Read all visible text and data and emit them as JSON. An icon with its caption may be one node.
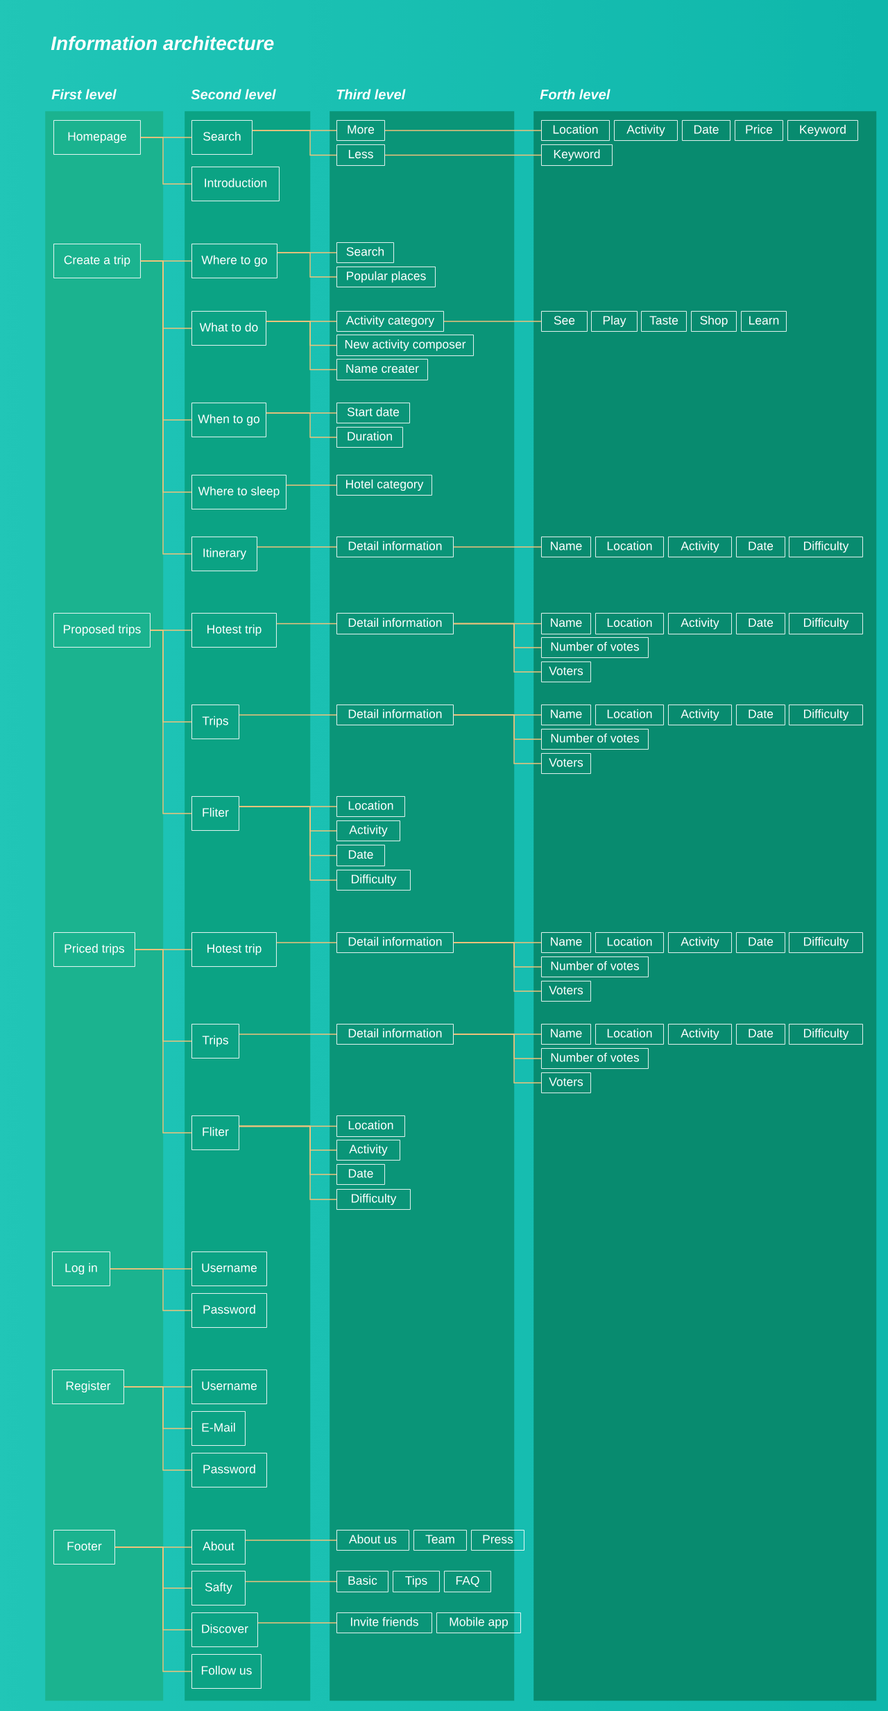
{
  "diagram": {
    "title": "Information architecture",
    "nodes": [
      {
        "text": [
          "First level"
        ]
      },
      {
        "text": [
          "Second level"
        ]
      },
      {
        "text": [
          "Third level"
        ]
      },
      {
        "text": [
          "Forth level"
        ]
      },
      {
        "text": [
          "Homepage"
        ],
        "in": 0
      },
      {
        "text": [
          "Search"
        ],
        "in": 1
      },
      {
        "text": [
          "More"
        ],
        "in": 2
      },
      {
        "text": [
          "Location"
        ],
        "in": 3
      },
      {
        "text": [
          "Activity"
        ],
        "in": 3
      },
      {
        "text": [
          "Date"
        ],
        "in": 3
      },
      {
        "text": [
          "Price"
        ],
        "in": 3
      },
      {
        "text": [
          "Keyword"
        ],
        "in": 3
      },
      {
        "text": [
          "Less"
        ],
        "in": 2
      },
      {
        "text": [
          "Keyword"
        ],
        "in": 3
      },
      {
        "text": [
          "Introduction"
        ],
        "in": 1
      },
      {
        "text": [
          "Create a trip"
        ],
        "in": 0
      },
      {
        "text": [
          "Where to go"
        ],
        "in": 1
      },
      {
        "text": [
          "Search"
        ],
        "in": 2
      },
      {
        "text": [
          "Popular places"
        ],
        "in": 2
      },
      {
        "text": [
          "What to do"
        ],
        "in": 1
      },
      {
        "text": [
          "Activity category"
        ],
        "in": 2
      },
      {
        "text": [
          "See"
        ],
        "in": 3
      },
      {
        "text": [
          "Play"
        ],
        "in": 3
      },
      {
        "text": [
          "Taste"
        ],
        "in": 3
      },
      {
        "text": [
          "Shop"
        ],
        "in": 3
      },
      {
        "text": [
          "Learn"
        ],
        "in": 3
      },
      {
        "text": [
          "New activity composer"
        ],
        "in": 2
      },
      {
        "text": [
          "Name creater"
        ],
        "in": 2
      },
      {
        "text": [
          "When to go"
        ],
        "in": 1
      },
      {
        "text": [
          "Start date"
        ],
        "in": 2
      },
      {
        "text": [
          "Duration"
        ],
        "in": 2
      },
      {
        "text": [
          "Where to sleep"
        ],
        "in": 1
      },
      {
        "text": [
          "Hotel category"
        ],
        "in": 2
      },
      {
        "text": [
          "Itinerary"
        ],
        "in": 1
      },
      {
        "text": [
          "Detail information"
        ],
        "in": 2
      },
      {
        "text": [
          "Name"
        ],
        "in": 3
      },
      {
        "text": [
          "Location"
        ],
        "in": 3
      },
      {
        "text": [
          "Activity"
        ],
        "in": 3
      },
      {
        "text": [
          "Date"
        ],
        "in": 3
      },
      {
        "text": [
          "Difficulty"
        ],
        "in": 3
      },
      {
        "text": [
          "Proposed trips"
        ],
        "in": 0
      },
      {
        "text": [
          "Hotest trip"
        ],
        "in": 1
      },
      {
        "text": [
          "Detail information"
        ],
        "in": 2
      },
      {
        "text": [
          "Name"
        ],
        "in": 3
      },
      {
        "text": [
          "Location"
        ],
        "in": 3
      },
      {
        "text": [
          "Activity"
        ],
        "in": 3
      },
      {
        "text": [
          "Date"
        ],
        "in": 3
      },
      {
        "text": [
          "Difficulty"
        ],
        "in": 3
      },
      {
        "text": [
          "Number of votes"
        ],
        "in": 3
      },
      {
        "text": [
          "Voters"
        ],
        "in": 3
      },
      {
        "text": [
          "Trips"
        ],
        "in": 1
      },
      {
        "text": [
          "Detail information"
        ],
        "in": 2
      },
      {
        "text": [
          "Name"
        ],
        "in": 3
      },
      {
        "text": [
          "Location"
        ],
        "in": 3
      },
      {
        "text": [
          "Activity"
        ],
        "in": 3
      },
      {
        "text": [
          "Date"
        ],
        "in": 3
      },
      {
        "text": [
          "Difficulty"
        ],
        "in": 3
      },
      {
        "text": [
          "Number of votes"
        ],
        "in": 3
      },
      {
        "text": [
          "Voters"
        ],
        "in": 3
      },
      {
        "text": [
          "Fliter"
        ],
        "in": 1
      },
      {
        "text": [
          "Location"
        ],
        "in": 2
      },
      {
        "text": [
          "Activity"
        ],
        "in": 2
      },
      {
        "text": [
          "Date"
        ],
        "in": 2
      },
      {
        "text": [
          "Difficulty"
        ],
        "in": 2
      },
      {
        "text": [
          "Priced trips"
        ],
        "in": 0
      },
      {
        "text": [
          "Hotest trip"
        ],
        "in": 1
      },
      {
        "text": [
          "Detail information"
        ],
        "in": 2
      },
      {
        "text": [
          "Name"
        ],
        "in": 3
      },
      {
        "text": [
          "Location"
        ],
        "in": 3
      },
      {
        "text": [
          "Activity"
        ],
        "in": 3
      },
      {
        "text": [
          "Date"
        ],
        "in": 3
      },
      {
        "text": [
          "Difficulty"
        ],
        "in": 3
      },
      {
        "text": [
          "Number of votes"
        ],
        "in": 3
      },
      {
        "text": [
          "Voters"
        ],
        "in": 3
      },
      {
        "text": [
          "Trips"
        ],
        "in": 1
      },
      {
        "text": [
          "Detail information"
        ],
        "in": 2
      },
      {
        "text": [
          "Name"
        ],
        "in": 3
      },
      {
        "text": [
          "Location"
        ],
        "in": 3
      },
      {
        "text": [
          "Activity"
        ],
        "in": 3
      },
      {
        "text": [
          "Date"
        ],
        "in": 3
      },
      {
        "text": [
          "Difficulty"
        ],
        "in": 3
      },
      {
        "text": [
          "Number of votes"
        ],
        "in": 3
      },
      {
        "text": [
          "Voters"
        ],
        "in": 3
      },
      {
        "text": [
          "Fliter"
        ],
        "in": 1
      },
      {
        "text": [
          "Location"
        ],
        "in": 2
      },
      {
        "text": [
          "Activity"
        ],
        "in": 2
      },
      {
        "text": [
          "Date"
        ],
        "in": 2
      },
      {
        "text": [
          "Difficulty"
        ],
        "in": 2
      },
      {
        "text": [
          "Log in"
        ],
        "in": 0
      },
      {
        "text": [
          "Username"
        ],
        "in": 1
      },
      {
        "text": [
          "Password"
        ],
        "in": 1
      },
      {
        "text": [
          "Register"
        ],
        "in": 0
      },
      {
        "text": [
          "Username"
        ],
        "in": 1
      },
      {
        "text": [
          "E-Mail"
        ],
        "in": 1
      },
      {
        "text": [
          "Password"
        ],
        "in": 1
      },
      {
        "text": [
          "Footer"
        ],
        "in": 0
      },
      {
        "text": [
          "About"
        ],
        "in": 1
      },
      {
        "text": [
          "About us"
        ],
        "in": 2
      },
      {
        "text": [
          "Team"
        ],
        "in": 2
      },
      {
        "text": [
          "Press"
        ]
      },
      {
        "text": [
          "Safty"
        ],
        "in": 1
      },
      {
        "text": [
          "Basic"
        ],
        "in": 2
      },
      {
        "text": [
          "Tips"
        ],
        "in": 2
      },
      {
        "text": [
          "FAQ"
        ],
        "in": 2
      },
      {
        "text": [
          "Discover"
        ],
        "in": 1
      },
      {
        "text": [
          "Invite friends"
        ],
        "in": 2
      },
      {
        "text": [
          "Mobile app"
        ]
      },
      {
        "text": [
          "Follow us"
        ],
        "in": 1
      }
    ],
    "edges": [
      {
        "from": 4,
        "to": 5,
        "arrow": "none"
      },
      {
        "from": 4,
        "to": 14,
        "arrow": "none"
      },
      {
        "from": 5,
        "to": 6,
        "arrow": "none"
      },
      {
        "from": 5,
        "to": 12,
        "arrow": "none"
      },
      {
        "from": 6,
        "to": 7,
        "arrow": "none"
      },
      {
        "from": 12,
        "to": 13,
        "arrow": "none"
      },
      {
        "from": 15,
        "to": 16,
        "arrow": "none"
      },
      {
        "from": 15,
        "to": 19,
        "arrow": "none"
      },
      {
        "from": 15,
        "to": 28,
        "arrow": "none"
      },
      {
        "from": 15,
        "to": 31,
        "arrow": "none"
      },
      {
        "from": 15,
        "to": 33,
        "arrow": "none"
      },
      {
        "from": 16,
        "to": 17,
        "arrow": "none"
      },
      {
        "from": 16,
        "to": 18,
        "arrow": "none"
      },
      {
        "from": 19,
        "to": 20,
        "arrow": "none"
      },
      {
        "from": 19,
        "to": 26,
        "arrow": "none"
      },
      {
        "from": 19,
        "to": 27,
        "arrow": "none"
      },
      {
        "from": 20,
        "to": 21,
        "arrow": "none"
      },
      {
        "from": 28,
        "to": 29,
        "arrow": "none"
      },
      {
        "from": 28,
        "to": 30,
        "arrow": "none"
      },
      {
        "from": 31,
        "to": 32,
        "arrow": "none"
      },
      {
        "from": 33,
        "to": 34,
        "arrow": "none"
      },
      {
        "from": 34,
        "to": 35,
        "arrow": "none"
      },
      {
        "from": 40,
        "to": 41,
        "arrow": "none"
      },
      {
        "from": 40,
        "to": 50,
        "arrow": "none"
      },
      {
        "from": 40,
        "to": 59,
        "arrow": "none"
      },
      {
        "from": 41,
        "to": 42,
        "arrow": "none"
      },
      {
        "from": 42,
        "to": 43,
        "arrow": "none"
      },
      {
        "from": 42,
        "to": 48,
        "arrow": "none"
      },
      {
        "from": 42,
        "to": 49,
        "arrow": "none"
      },
      {
        "from": 50,
        "to": 51,
        "arrow": "none"
      },
      {
        "from": 51,
        "to": 52,
        "arrow": "none"
      },
      {
        "from": 51,
        "to": 57,
        "arrow": "none"
      },
      {
        "from": 51,
        "to": 58,
        "arrow": "none"
      },
      {
        "from": 59,
        "to": 60,
        "arrow": "none"
      },
      {
        "from": 59,
        "to": 61,
        "arrow": "none"
      },
      {
        "from": 59,
        "to": 62,
        "arrow": "none"
      },
      {
        "from": 59,
        "to": 63,
        "arrow": "none"
      },
      {
        "from": 64,
        "to": 65,
        "arrow": "none"
      },
      {
        "from": 64,
        "to": 74,
        "arrow": "none"
      },
      {
        "from": 64,
        "to": 83,
        "arrow": "none"
      },
      {
        "from": 65,
        "to": 66,
        "arrow": "none"
      },
      {
        "from": 66,
        "to": 67,
        "arrow": "none"
      },
      {
        "from": 66,
        "to": 72,
        "arrow": "none"
      },
      {
        "from": 66,
        "to": 73,
        "arrow": "none"
      },
      {
        "from": 74,
        "to": 75,
        "arrow": "none"
      },
      {
        "from": 75,
        "to": 76,
        "arrow": "none"
      },
      {
        "from": 75,
        "to": 81,
        "arrow": "none"
      },
      {
        "from": 75,
        "to": 82,
        "arrow": "none"
      },
      {
        "from": 83,
        "to": 84,
        "arrow": "none"
      },
      {
        "from": 83,
        "to": 85,
        "arrow": "none"
      },
      {
        "from": 83,
        "to": 86,
        "arrow": "none"
      },
      {
        "from": 83,
        "to": 87,
        "arrow": "none"
      },
      {
        "from": 88,
        "to": 89,
        "arrow": "none"
      },
      {
        "from": 88,
        "to": 90,
        "arrow": "none"
      },
      {
        "from": 91,
        "to": 92,
        "arrow": "none"
      },
      {
        "from": 91,
        "to": 93,
        "arrow": "none"
      },
      {
        "from": 91,
        "to": 94,
        "arrow": "none"
      },
      {
        "from": 95,
        "to": 96,
        "arrow": "none"
      },
      {
        "from": 95,
        "to": 100,
        "arrow": "none"
      },
      {
        "from": 95,
        "to": 104,
        "arrow": "none"
      },
      {
        "from": 95,
        "to": 107,
        "arrow": "none"
      },
      {
        "from": 96,
        "to": 97,
        "arrow": "none"
      },
      {
        "from": 100,
        "to": 101,
        "arrow": "none"
      },
      {
        "from": 104,
        "to": 105,
        "arrow": "none"
      }
    ]
  }
}
